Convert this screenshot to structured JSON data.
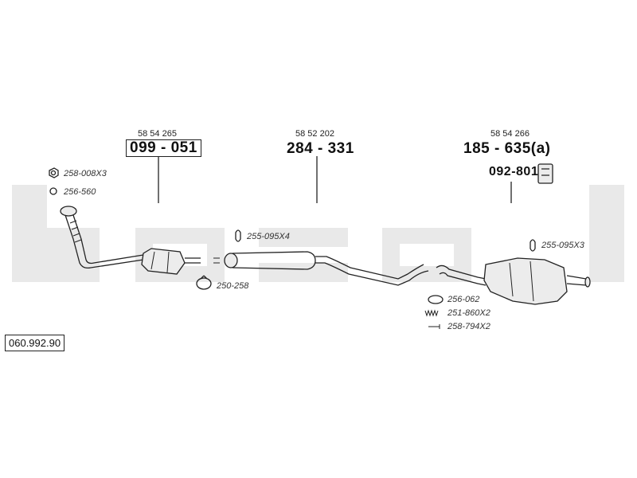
{
  "brand": {
    "watermark_text": "bosal",
    "watermark_color": "#e9e9e9"
  },
  "catalog_number": "060.992.90",
  "sections": {
    "front": {
      "oe_number": "58 54 265",
      "part_number": "099 - 051"
    },
    "middle": {
      "oe_number": "58 52 202",
      "part_number": "284 - 331"
    },
    "rear": {
      "oe_number": "58 54 266",
      "part_number": "185 - 635(a)",
      "mount_part": "092-801"
    }
  },
  "accessories": {
    "nut": "258-008X3",
    "gasket_ring": "256-560",
    "clamp_front": "255-095X4",
    "clamp_ring": "250-258",
    "clamp_rear": "255-095X3",
    "seal": "256-062",
    "spring": "251-860X2",
    "bolt": "258-794X2"
  },
  "colors": {
    "line": "#222222",
    "part_fill": "#ececec"
  }
}
